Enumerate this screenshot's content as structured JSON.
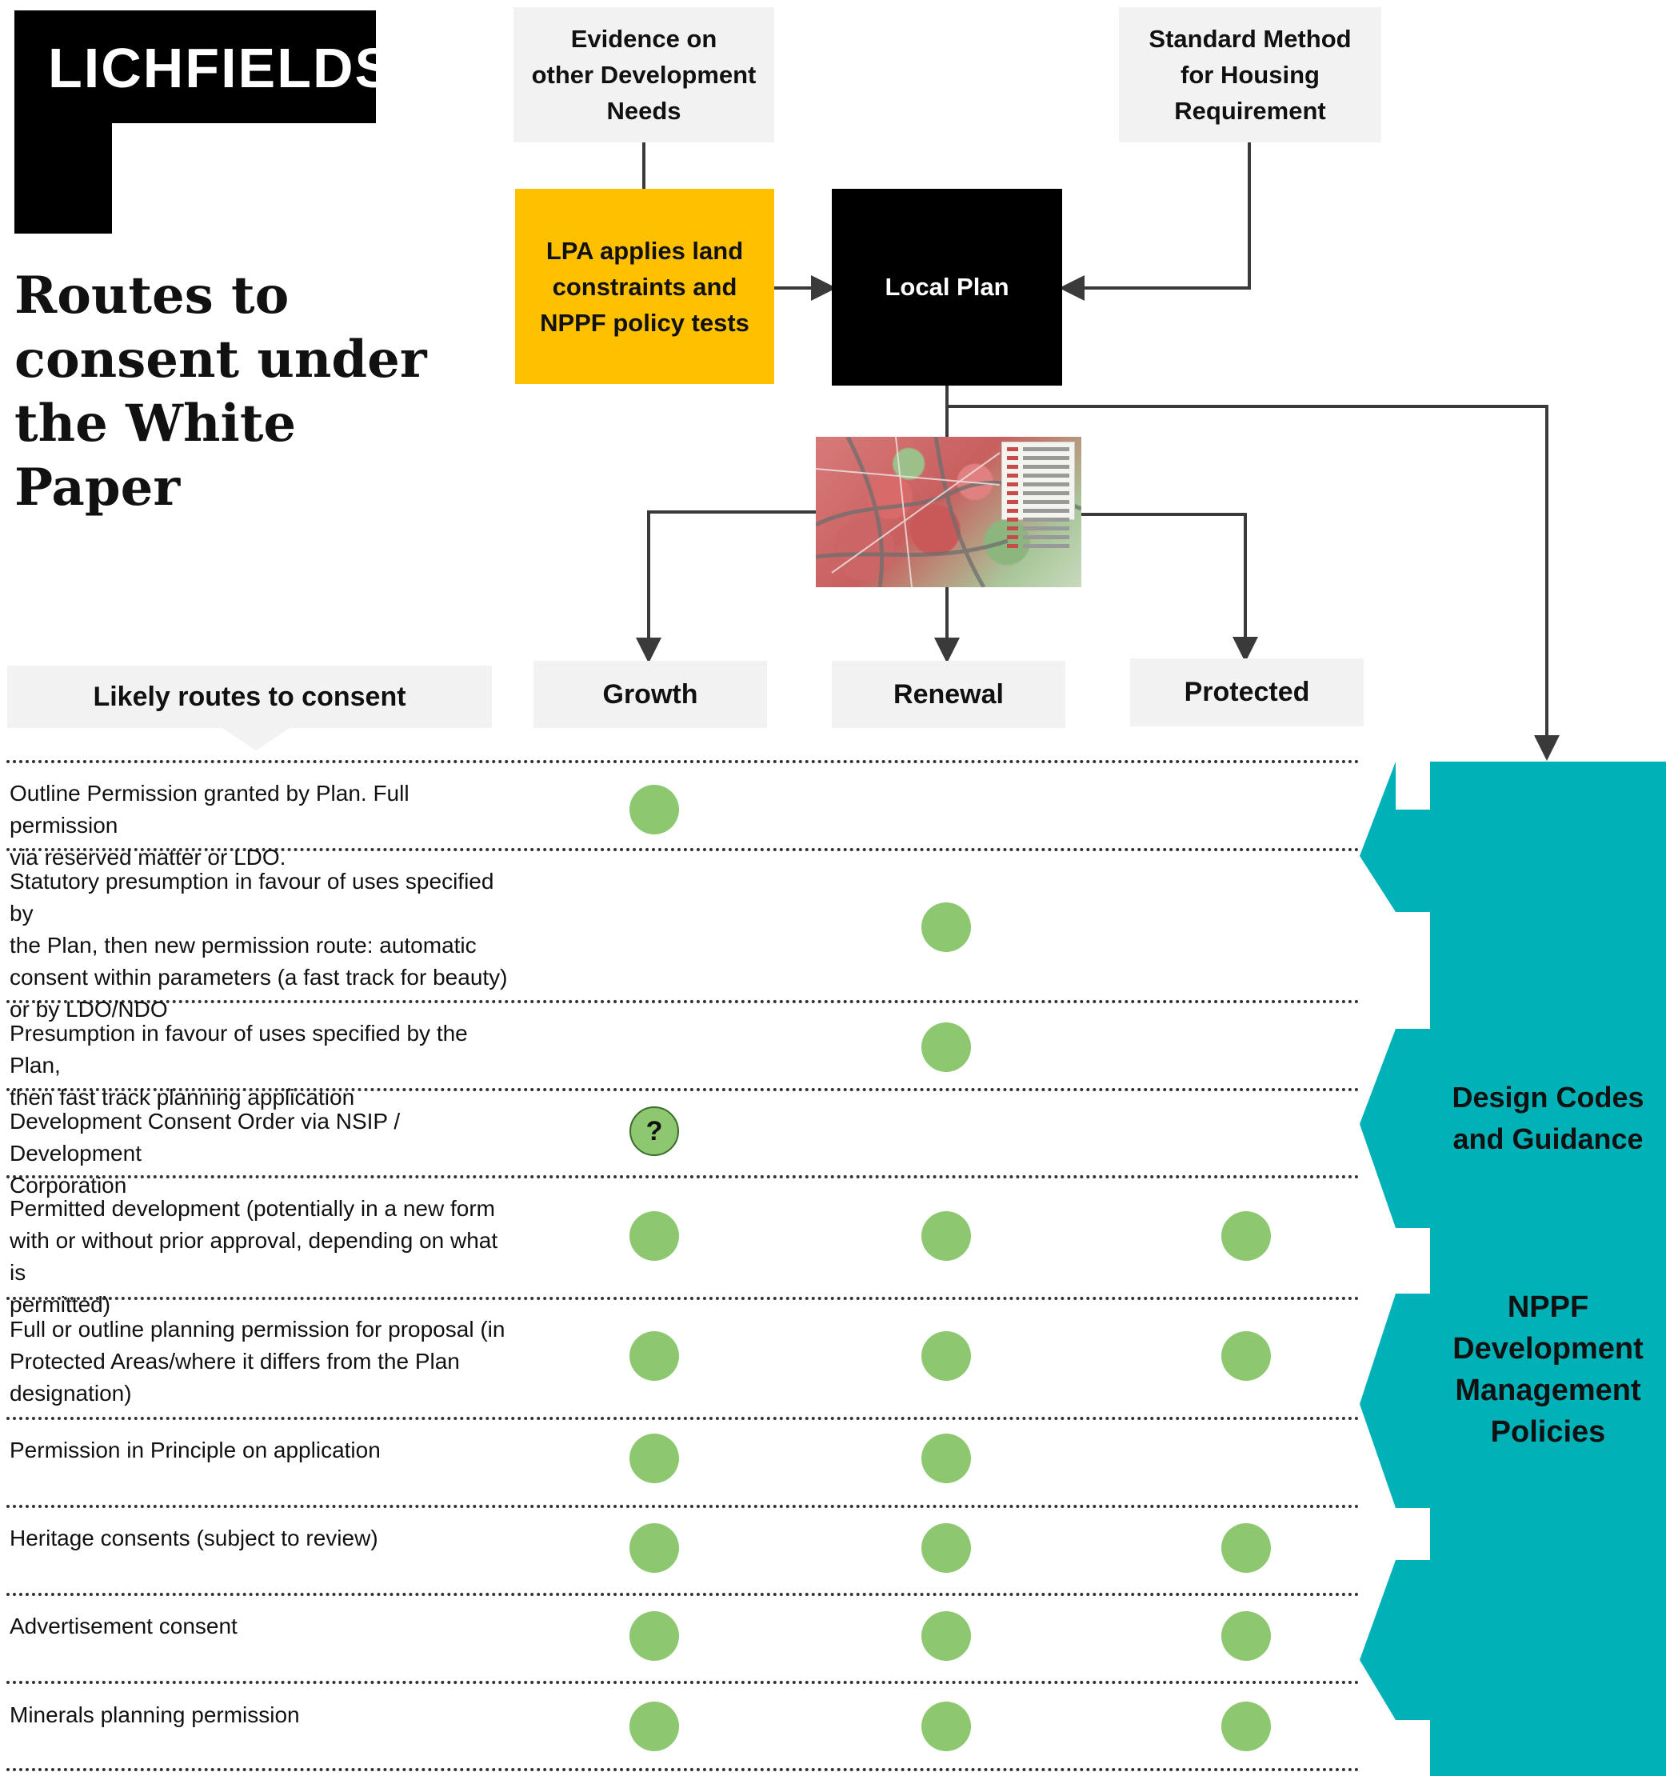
{
  "brand": {
    "logo_text": "LICHFIELDS"
  },
  "page": {
    "title_lines": [
      "Routes to",
      "consent under",
      "the White Paper"
    ]
  },
  "flow": {
    "evidence_lines": [
      "Evidence on",
      "other Development",
      "Needs"
    ],
    "standard_method_lines": [
      "Standard Method",
      "for Housing",
      "Requirement"
    ],
    "lpa_lines": [
      "LPA applies land",
      "constraints and",
      "NPPF policy tests"
    ],
    "local_plan": "Local Plan",
    "map_alt": "Local Plan map"
  },
  "categories": {
    "growth": "Growth",
    "renewal": "Renewal",
    "protected": "Protected"
  },
  "routes_header": "Likely routes to consent",
  "routes": [
    {
      "lines": [
        "Outline Permission granted by Plan. Full permission",
        "via reserved matter or LDO."
      ],
      "growth": "yes",
      "renewal": "no",
      "protected": "no"
    },
    {
      "lines": [
        "Statutory presumption in favour of uses specified by",
        "the Plan, then new permission route: automatic",
        "consent within parameters (a fast track for beauty)",
        "or by LDO/NDO"
      ],
      "growth": "no",
      "renewal": "yes",
      "protected": "no"
    },
    {
      "lines": [
        "Presumption in favour of uses specified by the Plan,",
        "then fast track planning application"
      ],
      "growth": "no",
      "renewal": "yes",
      "protected": "no"
    },
    {
      "lines": [
        "Development Consent Order via NSIP / Development",
        "Corporation"
      ],
      "growth": "maybe",
      "renewal": "no",
      "protected": "no"
    },
    {
      "lines": [
        "Permitted development (potentially in a new form",
        "with or without prior approval, depending on what is",
        "permitted)"
      ],
      "growth": "yes",
      "renewal": "yes",
      "protected": "yes"
    },
    {
      "lines": [
        "Full or outline planning permission for proposal (in",
        "Protected Areas/where it differs from the Plan",
        "designation)"
      ],
      "growth": "yes",
      "renewal": "yes",
      "protected": "yes"
    },
    {
      "lines": [
        "Permission in Principle on application"
      ],
      "growth": "yes",
      "renewal": "yes",
      "protected": "no"
    },
    {
      "lines": [
        "Heritage consents (subject to review)"
      ],
      "growth": "yes",
      "renewal": "yes",
      "protected": "yes"
    },
    {
      "lines": [
        "Advertisement consent"
      ],
      "growth": "yes",
      "renewal": "yes",
      "protected": "yes"
    },
    {
      "lines": [
        "Minerals planning permission"
      ],
      "growth": "yes",
      "renewal": "yes",
      "protected": "yes"
    }
  ],
  "maybe_mark": "?",
  "sidebar": {
    "design_codes_lines": [
      "Design Codes",
      "and Guidance"
    ],
    "nppf_lines": [
      "NPPF",
      "Development",
      "Management",
      "Policies"
    ]
  },
  "colors": {
    "yellow": "#ffc000",
    "teal": "#00b2b8",
    "green_dot": "#8dc76f",
    "box_grey": "#f2f2f2",
    "black": "#000000"
  }
}
